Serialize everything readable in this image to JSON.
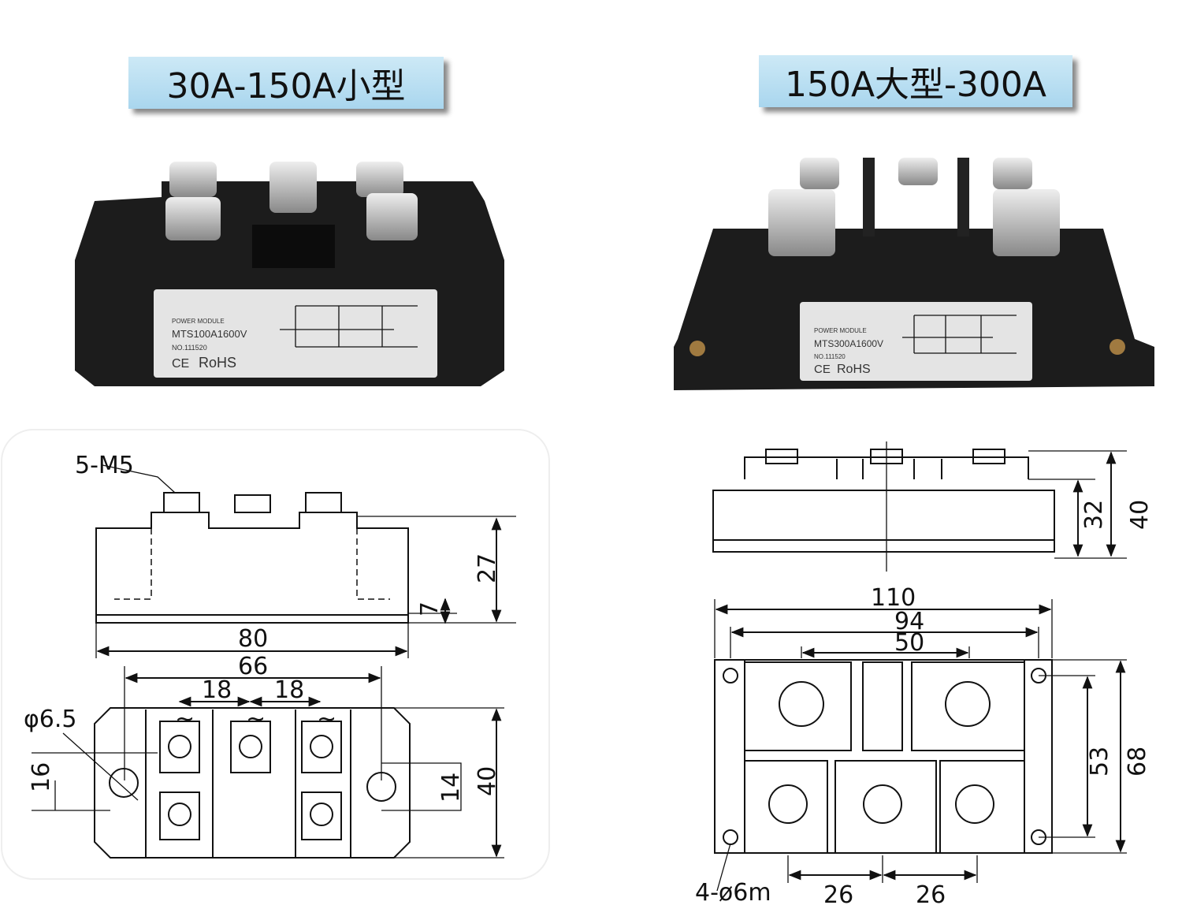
{
  "banners": {
    "left": "30A-150A小型",
    "right": "150A大型-300A"
  },
  "left_module": {
    "header": "POWER MODULE",
    "model": "MTS100A1600V",
    "serial": "NO.111520",
    "ce": "CE",
    "rohs": "RoHS"
  },
  "right_module": {
    "header": "POWER MODULE",
    "model": "MTS300A1600V",
    "serial": "NO.111520",
    "ce": "CE",
    "rohs": "RoHS"
  },
  "left_drawing": {
    "screw_label": "5-M5",
    "height_total": "27",
    "base_height": "7",
    "length": "80",
    "hole_spacing": "66",
    "pitch_1": "18",
    "pitch_2": "18",
    "hole_dia": "φ6.5",
    "offset": "16",
    "hole_offset": "14",
    "width": "40",
    "ac_symbol": "~"
  },
  "right_drawing": {
    "height_body": "32",
    "height_total": "40",
    "length": "110",
    "hole_spacing": "94",
    "terminal_spacing": "50",
    "hole_vertical": "53",
    "width": "68",
    "hole_label": "4-ø6m",
    "pitch_1": "26",
    "pitch_2": "26"
  },
  "colors": {
    "banner": "#b8def1",
    "module_body": "#1c1c1c",
    "label": "#e4e4e4"
  }
}
